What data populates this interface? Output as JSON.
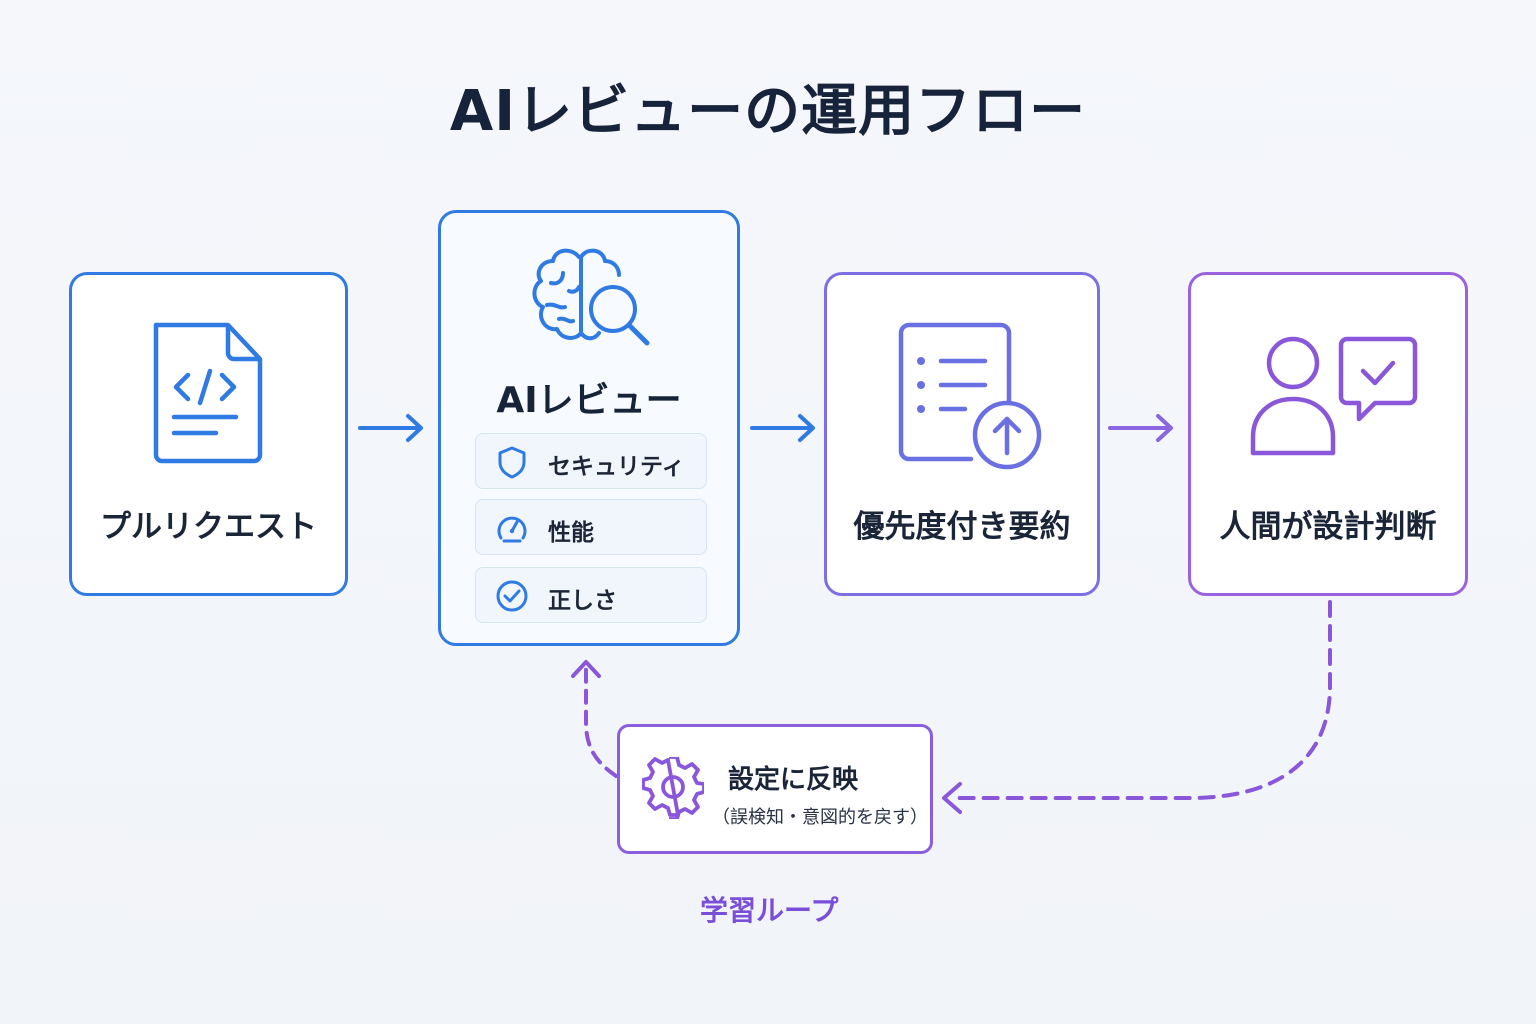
{
  "title": "AIレビューの運用フロー",
  "steps": {
    "pull_request": {
      "label": "プルリクエスト",
      "icon": "code-file-icon"
    },
    "ai_review": {
      "label": "AIレビュー",
      "icon": "brain-search-icon",
      "checks": [
        {
          "label": "セキュリティ",
          "icon": "shield-icon"
        },
        {
          "label": "性能",
          "icon": "gauge-icon"
        },
        {
          "label": "正しさ",
          "icon": "check-circle-icon"
        }
      ]
    },
    "summary": {
      "label": "優先度付き要約",
      "icon": "list-upload-icon"
    },
    "human": {
      "label": "人間が設計判断",
      "icon": "person-approval-icon"
    }
  },
  "feedback": {
    "label": "設定に反映",
    "sublabel": "（誤検知・意図的を戻す）",
    "icon": "gear-icon"
  },
  "loop_label": "学習ループ",
  "colors": {
    "blue": "#2f7ae3",
    "indigo": "#7d6ee5",
    "purple": "#9a62df",
    "title": "#17233a",
    "loop_text": "#7a4fd8"
  }
}
